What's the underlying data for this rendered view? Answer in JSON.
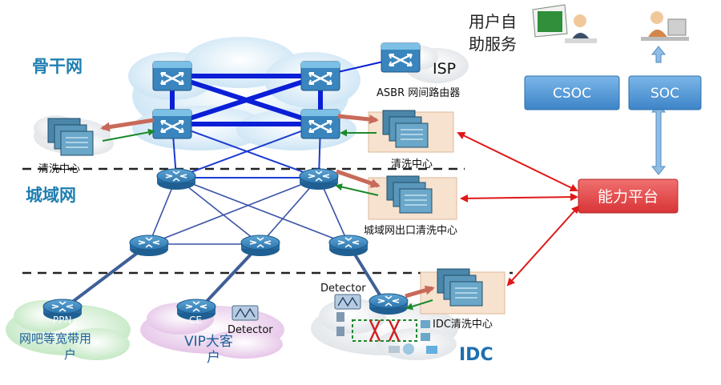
{
  "zones": {
    "backbone": "骨干网",
    "metro": "城域网",
    "idc": "IDC"
  },
  "labels": {
    "isp": "ISP",
    "asbr": "ASBR 网间路由器",
    "self_service_line1": "用户自",
    "self_service_line2": "助服务",
    "scrub_left": "清洗中心",
    "scrub_right": "清洗中心",
    "metro_exit_scrub": "城域网出口清洗中心",
    "idc_scrub": "IDC清洗中心",
    "detector_left": "Detector",
    "detector_idc": "Detector"
  },
  "boxes": {
    "csoc": "CSOC",
    "soc": "SOC",
    "platform": "能力平台"
  },
  "clouds": {
    "internet_bar_line1": "网吧等宽带用",
    "internet_bar_line2": "户",
    "vip_line1": "VIP大客",
    "vip_line2": "户",
    "ppn": "PPN",
    "ce": "CE"
  },
  "colors": {
    "backbone_link": "#0a1fd6",
    "metro_link": "#2244aa",
    "platform_arrow": "#e01818",
    "diversion_arrow": "#c86a5a",
    "reinjection_arrow": "#1a8a2a",
    "soc_box": "#4f97d6",
    "platform_box": "#e8484a"
  }
}
